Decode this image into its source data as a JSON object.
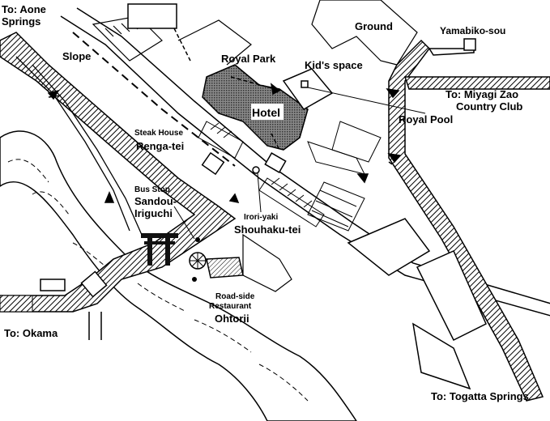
{
  "labels": {
    "to_aone_1": "To: Aone",
    "to_aone_2": "Springs",
    "slope": "Slope",
    "ground": "Ground",
    "yamabiko": "Yamabiko-sou",
    "royal_park": "Royal Park",
    "kids_space": "Kid's space",
    "to_miyagi_1": "To: Miyagi Zao",
    "to_miyagi_2": "Country Club",
    "hotel": "Hotel",
    "royal_pool": "Royal Pool",
    "steak_house_1": "Steak House",
    "steak_house_2": "Renga-tei",
    "bus_stop_1": "Bus Stop",
    "bus_stop_2": "Sandou-",
    "bus_stop_3": "Iriguchi",
    "irori_1": "Irori-yaki",
    "irori_2": "Shouhaku-tei",
    "roadside_1": "Road-side",
    "roadside_2": "Restaurant",
    "roadside_3": "Ohtorii",
    "to_okama": "To: Okama",
    "to_togatta": "To: Togatta Springs"
  }
}
